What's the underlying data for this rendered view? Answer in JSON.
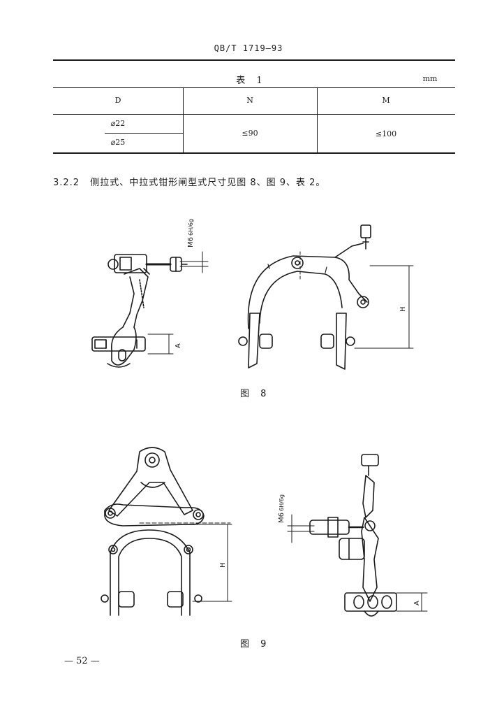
{
  "header": {
    "doc_code": "QB/T 1719—93"
  },
  "table": {
    "title": "表 1",
    "unit": "mm",
    "columns": [
      "D",
      "N",
      "M"
    ],
    "d_values": [
      "⌀22",
      "⌀25"
    ],
    "n_value": "≤90",
    "m_value": "≤100"
  },
  "paragraph": {
    "number": "3.2.2",
    "text": "侧拉式、中拉式钳形闸型式尺寸见图 8、图 9、表 2。"
  },
  "figure8": {
    "caption": "图 8",
    "thread_label_main": "M6",
    "thread_label_frac": "6H/6g",
    "dim_A": "A",
    "dim_H": "H"
  },
  "figure9": {
    "caption": "图 9",
    "thread_label_main": "M6",
    "thread_label_frac": "6H/6g",
    "dim_A": "A",
    "dim_H": "H"
  },
  "footer": {
    "page_number": "— 52 —"
  }
}
